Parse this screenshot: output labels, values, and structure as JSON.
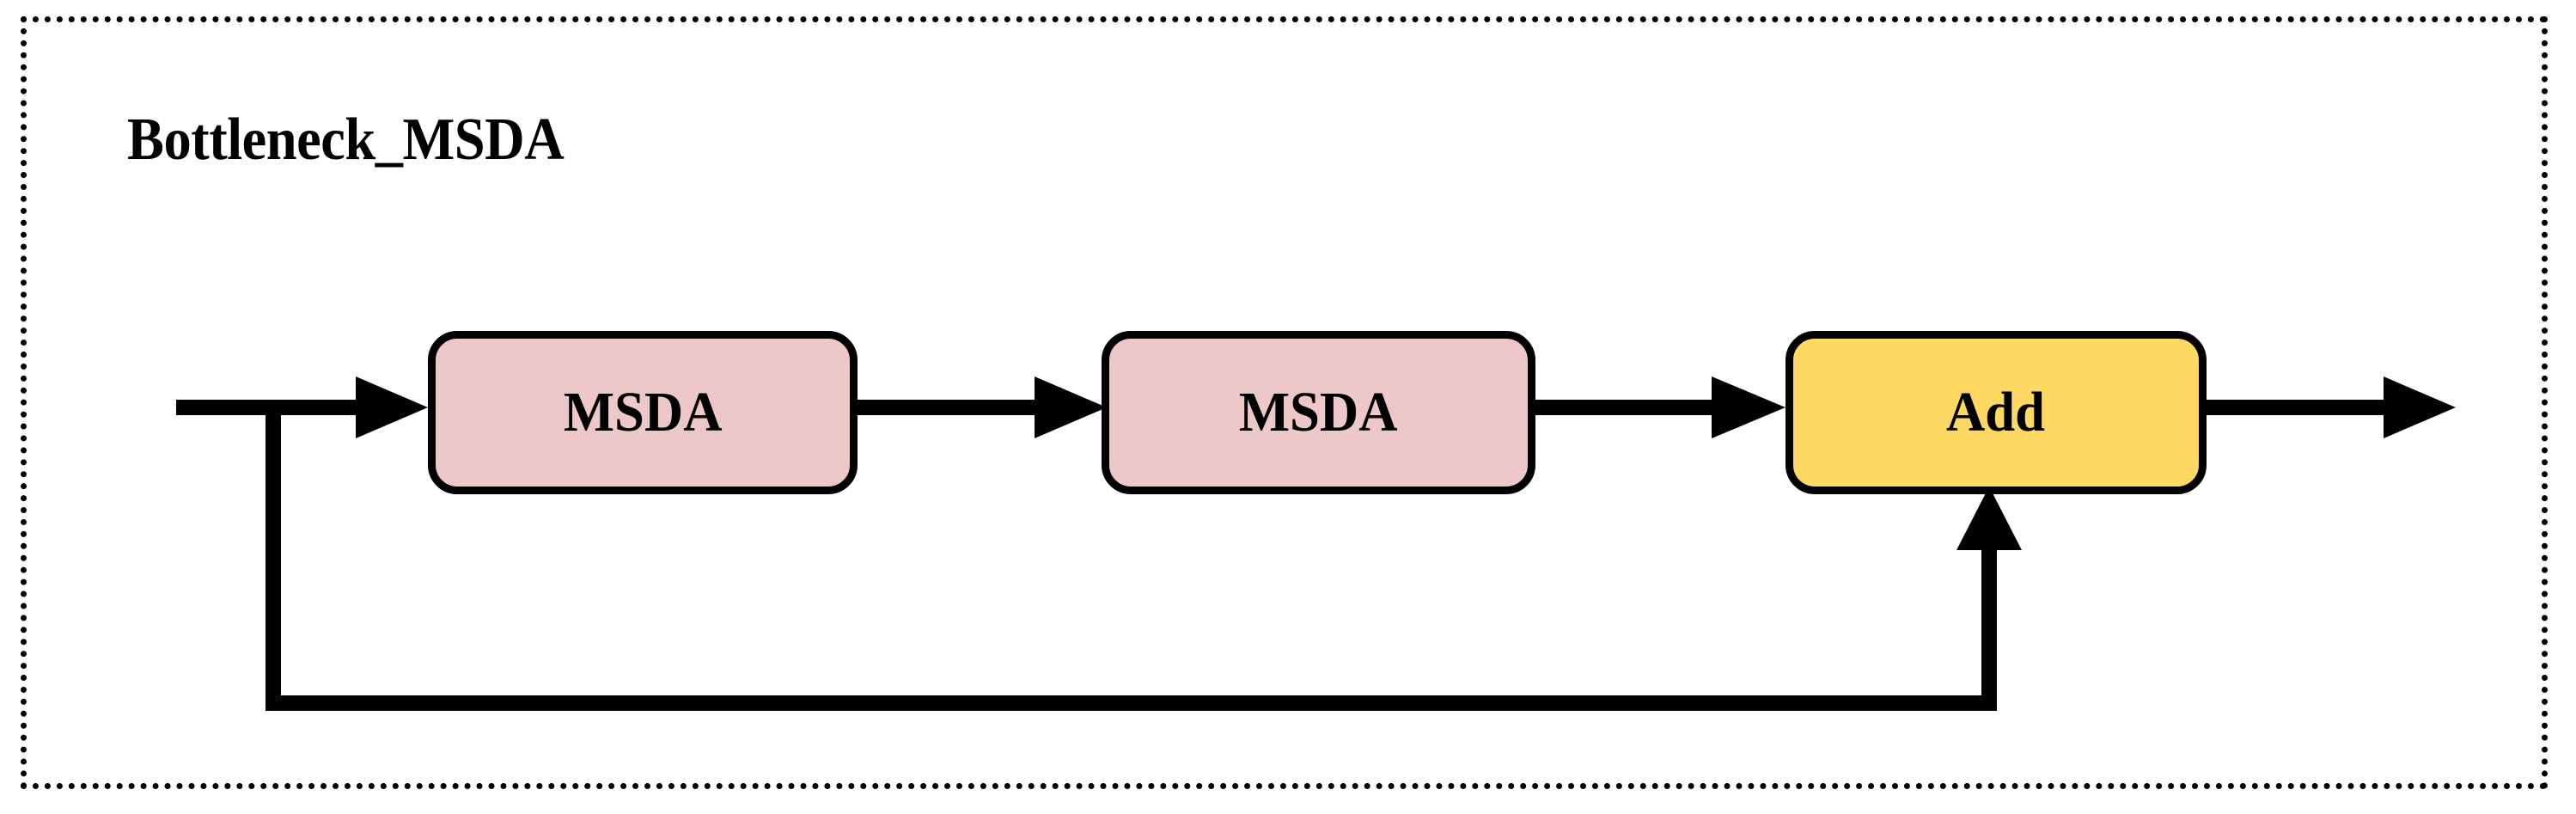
{
  "figure": {
    "title": "Bottleneck_MSDA",
    "frame_style": "dotted"
  },
  "colors": {
    "msda_fill": "#EDC8C8",
    "add_fill": "#FDD862",
    "stroke": "#000000",
    "background": "#FFFFFF"
  },
  "nodes": [
    {
      "id": "msda-1",
      "label": "MSDA",
      "fill": "#EDC8C8"
    },
    {
      "id": "msda-2",
      "label": "MSDA",
      "fill": "#EDC8C8"
    },
    {
      "id": "add",
      "label": "Add",
      "fill": "#FDD862"
    }
  ],
  "edges": [
    {
      "id": "input-to-msda-1",
      "from": "input",
      "to": "msda-1",
      "kind": "arrow",
      "label": ""
    },
    {
      "id": "msda-1-to-msda-2",
      "from": "msda-1",
      "to": "msda-2",
      "kind": "arrow",
      "label": ""
    },
    {
      "id": "msda-2-to-add",
      "from": "msda-2",
      "to": "add",
      "kind": "arrow",
      "label": ""
    },
    {
      "id": "add-to-output",
      "from": "add",
      "to": "output",
      "kind": "arrow",
      "label": ""
    },
    {
      "id": "skip-connection",
      "from": "input",
      "to": "add",
      "kind": "residual",
      "label": ""
    }
  ]
}
